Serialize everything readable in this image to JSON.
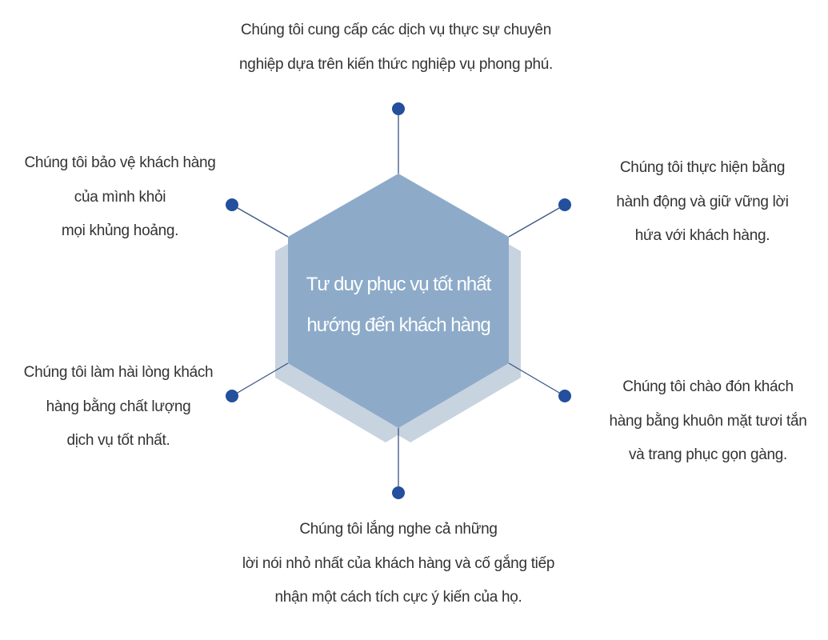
{
  "center": {
    "lines": [
      "Tư duy phục vụ tốt nhất",
      "hướng đến khách hàng"
    ]
  },
  "items": [
    {
      "id": "top",
      "lines": [
        "Chúng tôi cung cấp các dịch vụ thực sự chuyên",
        "nghiệp dựa trên kiến thức nghiệp vụ phong phú."
      ]
    },
    {
      "id": "upper-left",
      "lines": [
        "Chúng tôi bảo vệ khách hàng",
        "của mình khỏi",
        "mọi khủng hoảng."
      ]
    },
    {
      "id": "upper-right",
      "lines": [
        "Chúng tôi thực hiện bằng",
        "hành động và giữ vững lời",
        "hứa với khách hàng."
      ]
    },
    {
      "id": "lower-left",
      "lines": [
        "Chúng tôi làm hài lòng khách",
        "hàng bằng chất lượng",
        "dịch vụ tốt nhất."
      ]
    },
    {
      "id": "lower-right",
      "lines": [
        "Chúng tôi chào đón khách",
        "hàng bằng khuôn mặt tươi tắn",
        "và trang phục gọn gàng."
      ]
    },
    {
      "id": "bottom",
      "lines": [
        "Chúng tôi lắng nghe cả những",
        "lời nói nhỏ nhất của khách hàng và cố gắng tiếp",
        "nhận một cách tích cực ý kiến của họ."
      ]
    }
  ],
  "colors": {
    "hex_front": "#8dabc9",
    "hex_back": "#c8d3e0",
    "dot": "#234f9c",
    "line": "#3a5584",
    "text": "#333333"
  }
}
